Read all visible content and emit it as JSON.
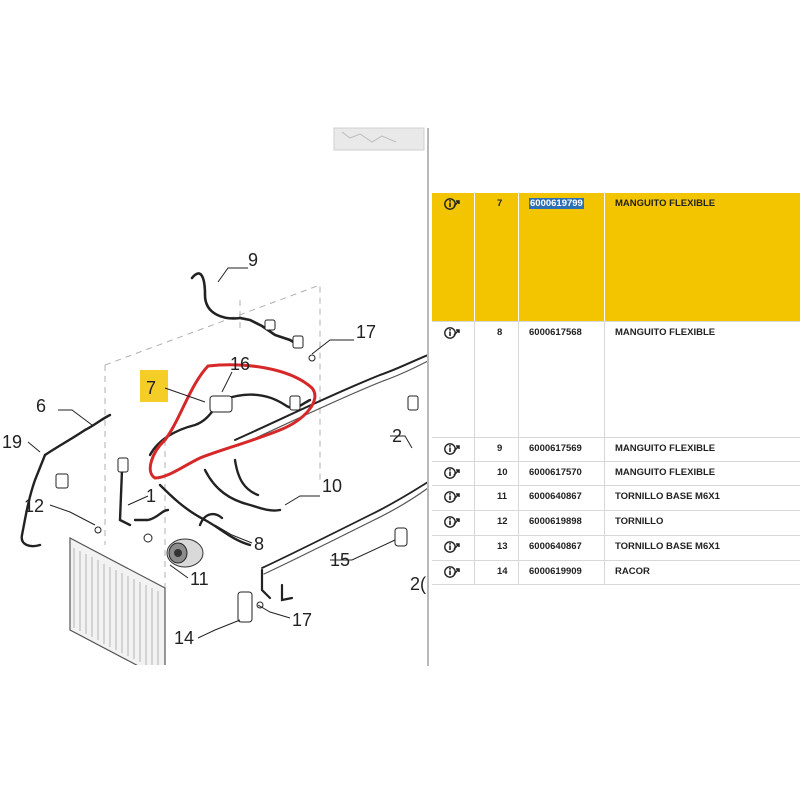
{
  "diagram": {
    "highlight_color": "#f2c500",
    "outline_color": "#d62828",
    "callouts": [
      {
        "id": "c9",
        "label": "9"
      },
      {
        "id": "c17a",
        "label": "17"
      },
      {
        "id": "c16",
        "label": "16"
      },
      {
        "id": "c7",
        "label": "7"
      },
      {
        "id": "c6",
        "label": "6"
      },
      {
        "id": "c2",
        "label": "2"
      },
      {
        "id": "c19",
        "label": "19"
      },
      {
        "id": "c1",
        "label": "1"
      },
      {
        "id": "c10",
        "label": "10"
      },
      {
        "id": "c12",
        "label": "12"
      },
      {
        "id": "c8",
        "label": "8"
      },
      {
        "id": "c15",
        "label": "15"
      },
      {
        "id": "c11",
        "label": "11"
      },
      {
        "id": "c20",
        "label": "2("
      },
      {
        "id": "c14",
        "label": "14"
      },
      {
        "id": "c17b",
        "label": "17"
      }
    ]
  },
  "parts_table": {
    "selected_color": "#f2c500",
    "icon": "info-link-icon",
    "rows": [
      {
        "ref": "7",
        "code": "6000619799",
        "description": "MANGUITO FLEXIBLE",
        "selected": true
      },
      {
        "ref": "8",
        "code": "6000617568",
        "description": "MANGUITO FLEXIBLE",
        "selected": false
      },
      {
        "ref": "9",
        "code": "6000617569",
        "description": "MANGUITO FLEXIBLE",
        "selected": false
      },
      {
        "ref": "10",
        "code": "6000617570",
        "description": "MANGUITO FLEXIBLE",
        "selected": false
      },
      {
        "ref": "11",
        "code": "6000640867",
        "description": "TORNILLO BASE M6X1",
        "selected": false
      },
      {
        "ref": "12",
        "code": "6000619898",
        "description": "TORNILLO",
        "selected": false
      },
      {
        "ref": "13",
        "code": "6000640867",
        "description": "TORNILLO BASE M6X1",
        "selected": false
      },
      {
        "ref": "14",
        "code": "6000619909",
        "description": "RACOR",
        "selected": false
      }
    ]
  }
}
